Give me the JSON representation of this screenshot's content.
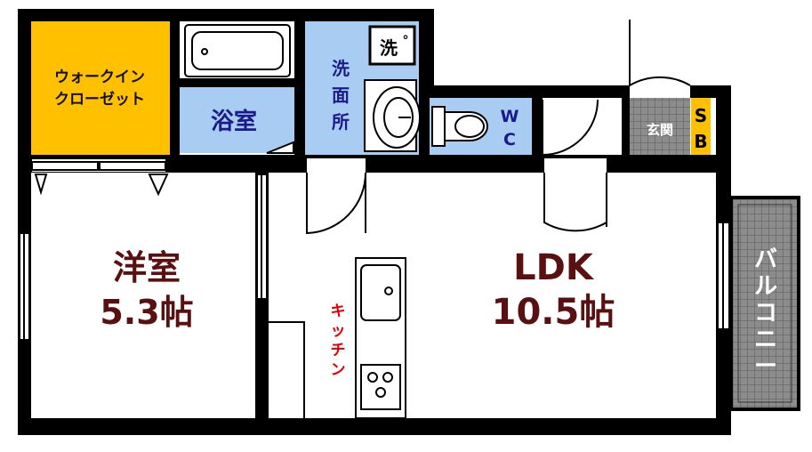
{
  "rooms": {
    "walkin_closet": {
      "line1": "ウォークイン",
      "line2": "クローゼット"
    },
    "bath": {
      "label": "浴室"
    },
    "washroom": {
      "c1": "洗",
      "c2": "面",
      "c3": "所"
    },
    "washer": {
      "label": "洗",
      "mark": "°"
    },
    "wc": {
      "c1": "W",
      "c2": "C"
    },
    "entrance": {
      "label": "玄関"
    },
    "shoe_box": {
      "c1": "S",
      "c2": "B"
    },
    "western_room": {
      "name": "洋室",
      "size": "5.3帖"
    },
    "ldk": {
      "name": "LDK",
      "size": "10.5帖"
    },
    "kitchen": {
      "c1": "キ",
      "c2": "ッ",
      "c3": "チ",
      "c4": "ン"
    },
    "balcony": {
      "c1": "バ",
      "c2": "ル",
      "c3": "コ",
      "c4": "ニ",
      "c5": "ー"
    }
  },
  "colors": {
    "wall": "#000000",
    "closet": "#FFC000",
    "wet_area": "#A9CCF2",
    "label_dark_red": "#5A1010",
    "kitchen_label": "#E00000",
    "blue_label": "#1A1A8C",
    "tile": "#8C8C8C"
  }
}
